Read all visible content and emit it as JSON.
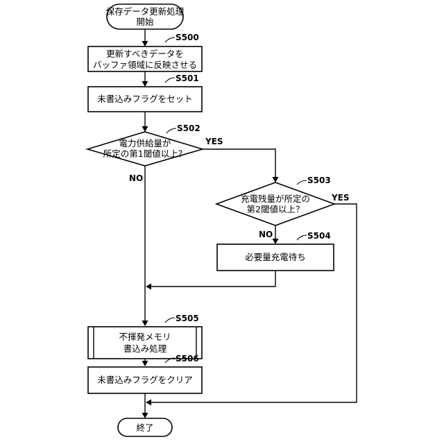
{
  "flowchart": {
    "start": {
      "line1": "保存データ更新処理",
      "line2": "開始"
    },
    "s500": {
      "label": "S500",
      "line1": "更新すべきデータを",
      "line2": "バッファ領域に反映させる"
    },
    "s501": {
      "label": "S501",
      "text": "未書込みフラグをセット"
    },
    "s502": {
      "label": "S502",
      "line1": "電力供給量が",
      "line2": "所定の第1閾値以上？",
      "yes": "YES",
      "no": "NO"
    },
    "s503": {
      "label": "S503",
      "line1": "充電残量が所定の",
      "line2": "第2閾値以上？",
      "yes": "YES",
      "no": "NO"
    },
    "s504": {
      "label": "S504",
      "text": "必要量充電待ち"
    },
    "s505": {
      "label": "S505",
      "line1": "不揮発メモリ",
      "line2": "書込み処理"
    },
    "s506": {
      "label": "S506",
      "text": "未書込みフラグをクリア"
    },
    "end": {
      "text": "終了"
    }
  }
}
